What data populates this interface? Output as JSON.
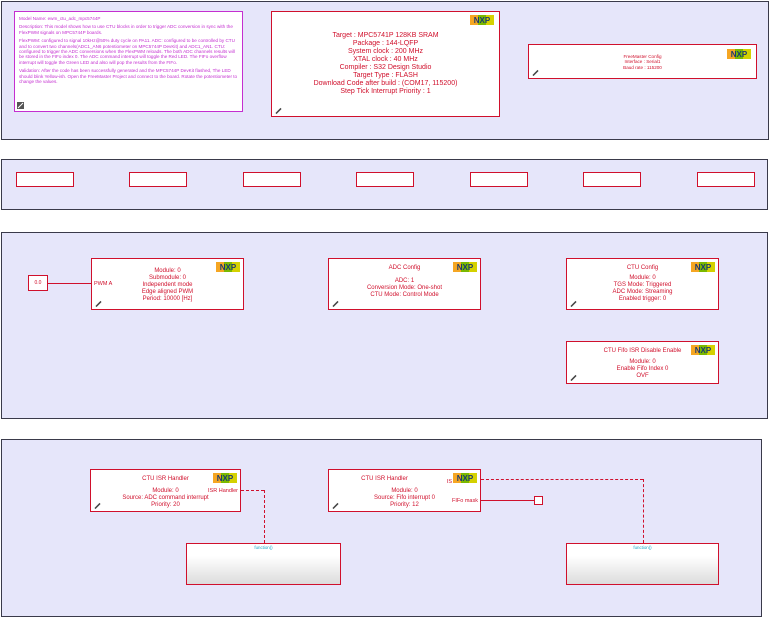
{
  "areas": [
    {
      "id": "info"
    },
    {
      "id": "io"
    },
    {
      "id": "config"
    },
    {
      "id": "isr"
    }
  ],
  "description": {
    "paragraphs": [
      "Model Name: ewm_ctu_adc_mpc5744P",
      "Description: This model shows how to use CTU blocks in order to trigger ADC conversion in sync with the FlexPWM signals on MPC5744P boards.",
      "FlexPWM: configured to signal 10kHz@50% duty cycle on PA11. ADC: configured to be controlled by CTU and to convert two channels(ADC1_AN6 potentiometer on MPC5744P DevKit) and ADC1_AN1. CTU: configured to trigger the ADC conversions when the FlexPWM reloads. The both ADC channels results will be stored in the FIFo index 0. The ADC command interrupt will toggle the Red LED. The FIFo overflow interrupt will toggle the Green LED and also will pop the results from the FIFo.",
      "Validation: After the code has been successfully generated and the MPC5744P DevKit flashed, The LED should blink Yellow-ish. Open the FreeMaster Project and connect to the board. Rotate the potentiometer to change the values."
    ]
  },
  "target": {
    "lines": [
      "Target : MPC5741P 128KB SRAM",
      "Package : 144-LQFP",
      "System clock : 200 MHz",
      "XTAL clock : 40 MHz",
      "Compiler : S32 Design Studio",
      "Target Type : FLASH",
      "Download Code after build : (COM17, 115200)",
      "Step Tick Interrupt Priority : 1"
    ]
  },
  "freemaster": {
    "lines": [
      "FreeMaster Config",
      "Interface : Serial1",
      "Baud rate : 115200"
    ]
  },
  "pwm": {
    "const_value": "0.0",
    "port_in": "PWM A",
    "lines": [
      "Module: 0",
      "Submodule: 0",
      "Independent mode",
      "Edge aligned PWM",
      "Period: 10000 [Hz]"
    ]
  },
  "adc": {
    "title": "ADC Config",
    "lines": [
      "ADC: 1",
      "Conversion Mode: One-shot",
      "CTU Mode: Control Mode"
    ]
  },
  "ctu": {
    "title": "CTU Config",
    "lines": [
      "Module: 0",
      "TGS Mode: Triggered",
      "ADC Mode: Streaming",
      "Enabled trigger:  0"
    ]
  },
  "fifo_disable": {
    "title": "CTU Fifo ISR Disable Enable",
    "lines": [
      "Module: 0",
      "Enable Fifo Index 0",
      "OVF"
    ]
  },
  "isr1": {
    "title": "CTU ISR Handler",
    "port_out": "ISR Handler",
    "lines": [
      "Module: 0",
      "Source: ADC command interrupt",
      "Priority: 20"
    ]
  },
  "isr2": {
    "title": "CTU ISR Handler",
    "port_out1": "IS",
    "port_out2": "FIFo mask",
    "lines": [
      "Module: 0",
      "Source: Fifo interrupt 0",
      "Priority: 12"
    ]
  },
  "subsystems": [
    {
      "caption": "function()"
    },
    {
      "caption": "function()"
    }
  ],
  "colors": {
    "block_red": "#d0102c",
    "annotation": "#c42fd0",
    "area_bg": "#e6e6fa",
    "caption": "#19a7c9"
  }
}
